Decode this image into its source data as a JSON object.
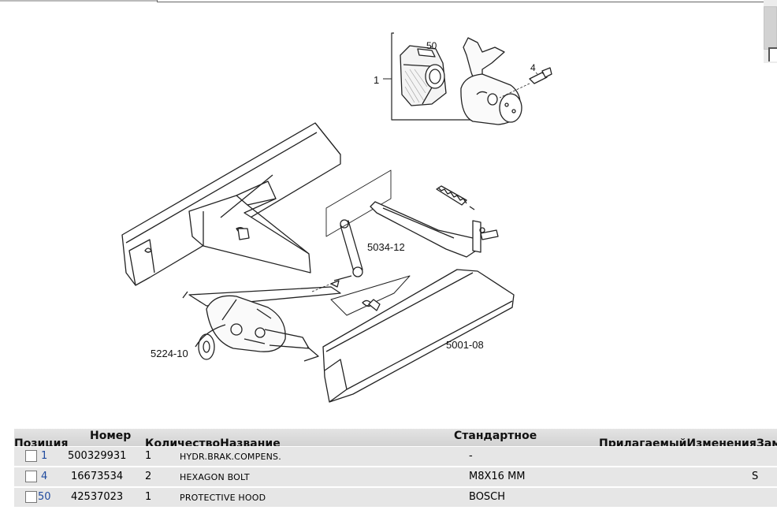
{
  "diagram": {
    "callouts": [
      "50",
      "1",
      "4",
      "5034-12",
      "5224-10",
      "5001-08"
    ]
  },
  "table": {
    "headers": {
      "position": "Позиция",
      "number": "Номер",
      "qty_name": "КоличествоНазвание",
      "standard": "Стандартное",
      "trailing": "ПрилагаемыйИзмененияЗам"
    },
    "rows": [
      {
        "pos": "1",
        "number": "500329931",
        "qty": "1",
        "name": "HYDR.BRAK.COMPENS.",
        "standard": "-",
        "change": ""
      },
      {
        "pos": "4",
        "number": "16673534",
        "qty": "2",
        "name": "HEXAGON BOLT",
        "standard": "M8X16 MM",
        "change": "S"
      },
      {
        "pos": "50",
        "number": "42537023",
        "qty": "1",
        "name": "PROTECTIVE HOOD",
        "standard": "BOSCH",
        "change": ""
      }
    ]
  }
}
